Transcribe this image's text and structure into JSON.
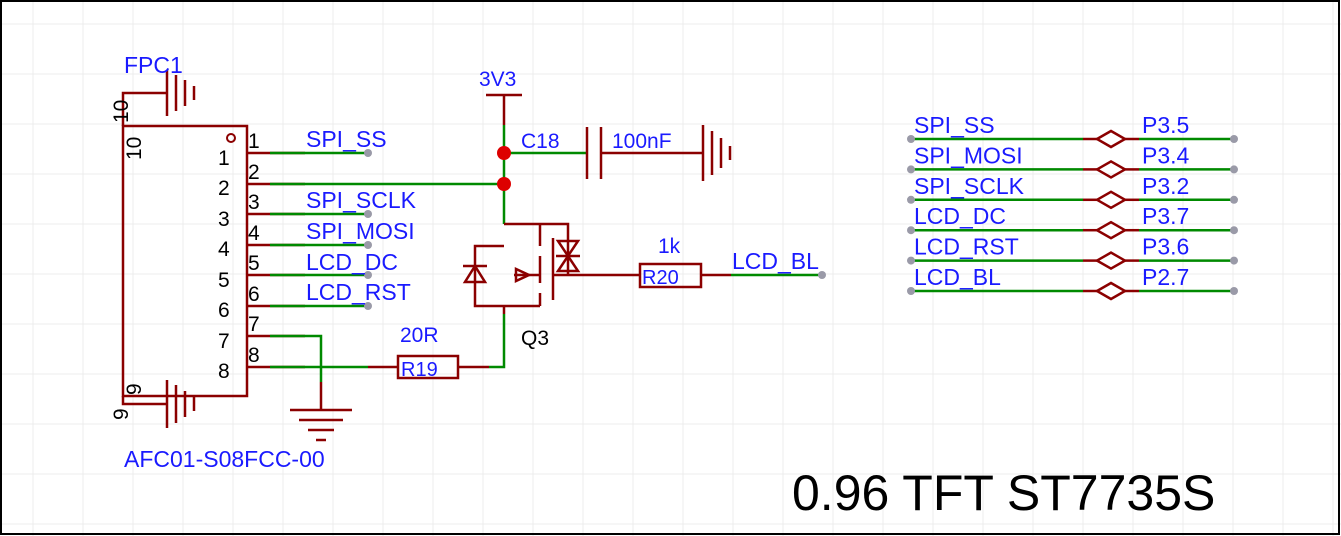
{
  "schematic": {
    "title": "0.96 TFT ST7735S",
    "connector": {
      "designator": "FPC1",
      "part": "AFC01-S08FCC-00",
      "pin_numbers": [
        "1",
        "2",
        "3",
        "4",
        "5",
        "6",
        "7",
        "8"
      ],
      "pin_inner": [
        "1",
        "2",
        "3",
        "4",
        "5",
        "6",
        "7",
        "8"
      ],
      "shield_top_a": "10",
      "shield_top_b": "10",
      "shield_bottom_a": "9",
      "shield_bottom_b": "9"
    },
    "connector_nets": [
      "SPI_SS",
      "SPI_SCLK",
      "SPI_MOSI",
      "LCD_DC",
      "LCD_RST"
    ],
    "power_label": "3V3",
    "capacitor": {
      "designator": "C18",
      "value": "100nF"
    },
    "r19": {
      "designator": "R19",
      "value": "20R"
    },
    "r20": {
      "designator": "R20",
      "value": "1k"
    },
    "transistor": "Q3",
    "bl_net": "LCD_BL",
    "net_map": [
      {
        "net": "SPI_SS",
        "port": "P3.5"
      },
      {
        "net": "SPI_MOSI",
        "port": "P3.4"
      },
      {
        "net": "SPI_SCLK",
        "port": "P3.2"
      },
      {
        "net": "LCD_DC",
        "port": "P3.7"
      },
      {
        "net": "LCD_RST",
        "port": "P3.6"
      },
      {
        "net": "LCD_BL",
        "port": "P2.7"
      }
    ],
    "colors": {
      "wire": "#008a00",
      "symbol": "#8b0000",
      "label": "#1a1aff",
      "junction": "#dd0000",
      "grid": "#ececec",
      "frame": "#000000"
    }
  }
}
